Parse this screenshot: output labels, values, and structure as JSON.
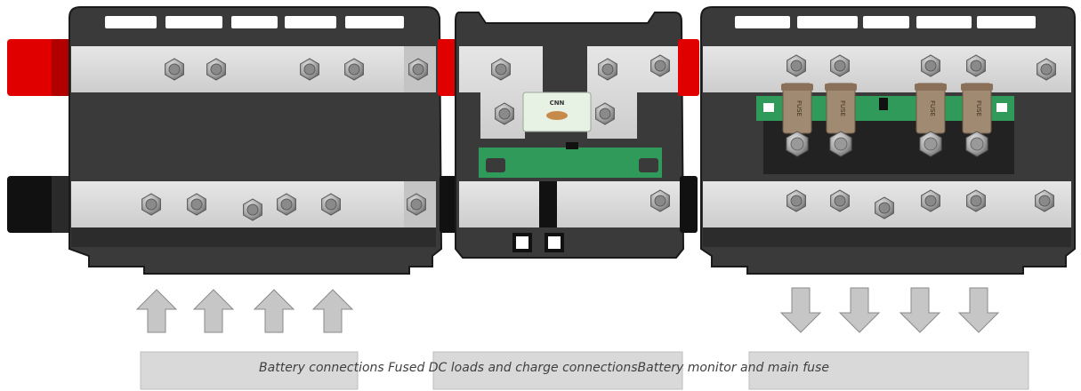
{
  "labels": {
    "fuse": "FUSE",
    "main_fuse_marking": "CNN",
    "caption": "Battery connections Fused DC loads and charge connectionsBattery monitor and main fuse"
  },
  "colors": {
    "housing": "#3a3a3a",
    "housing_dark": "#1e1e1e",
    "busbar": "#dcdcdc",
    "positive_cap": "#e00000",
    "negative_cap": "#111111",
    "pcb": "#2f9a5a",
    "fuse_body": "#a08a72",
    "arrow": "#c6c6c6",
    "label_box": "#d9d9d9"
  },
  "icons": {
    "input_arrow": "up-arrow-icon",
    "output_arrow": "down-arrow-icon",
    "terminal": "hex-nut-icon"
  }
}
